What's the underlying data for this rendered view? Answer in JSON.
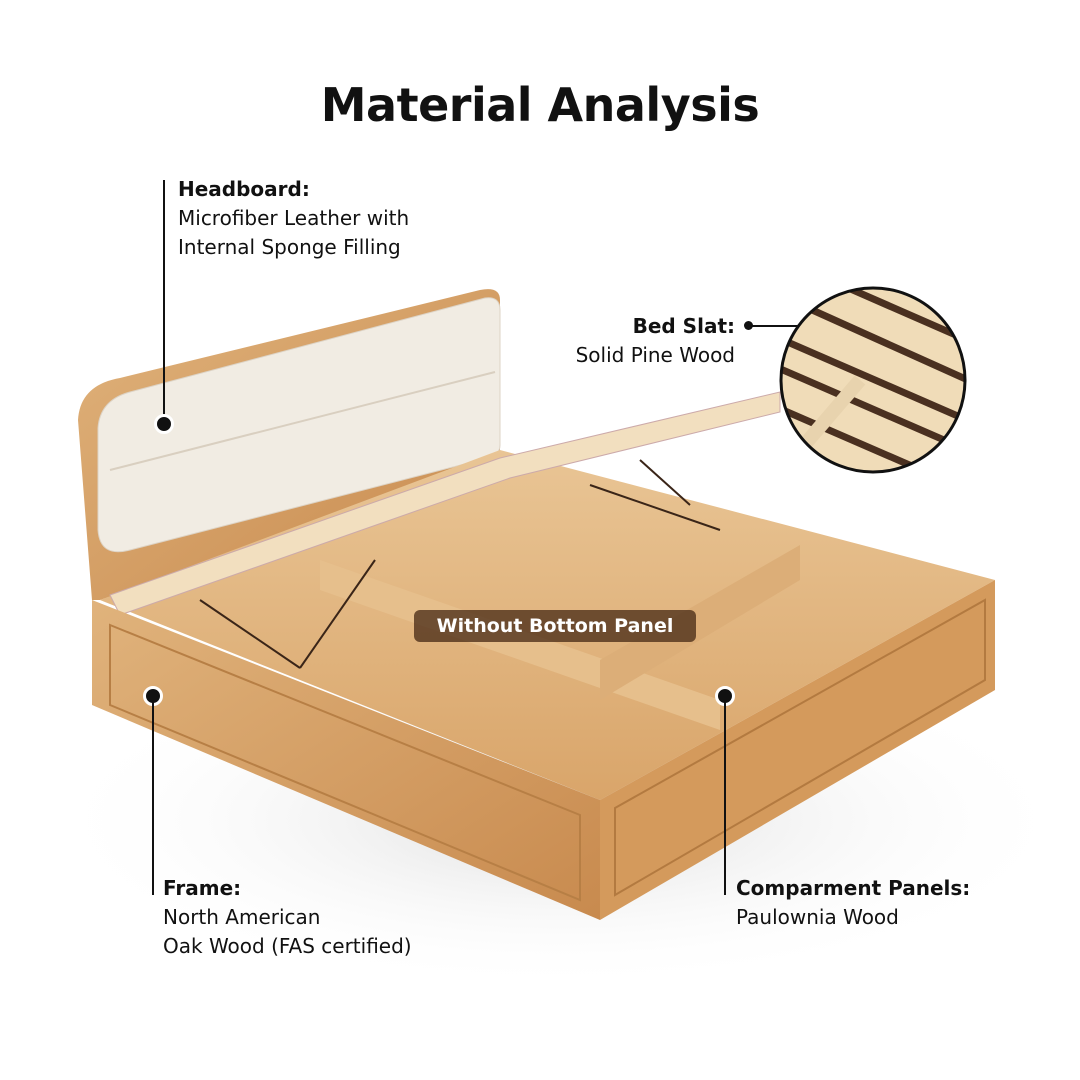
{
  "title": "Material Analysis",
  "callouts": {
    "headboard": {
      "heading": "Headboard:",
      "line1": "Microfiber Leather with",
      "line2": "Internal Sponge Filling"
    },
    "bed_slat": {
      "heading": "Bed Slat:",
      "line1": "Solid Pine Wood"
    },
    "frame": {
      "heading": "Frame:",
      "line1": "North American",
      "line2": "Oak Wood (FAS certified)"
    },
    "compartment": {
      "heading": "Comparment Panels:",
      "line1": "Paulownia Wood"
    }
  },
  "badge": "Without Bottom Panel",
  "colors": {
    "oak": "#d9a56a",
    "oak_dark": "#b97c42",
    "headboard": "#f1ece3",
    "pine": "#f2dfbf",
    "slat_gap": "#4a3020"
  }
}
